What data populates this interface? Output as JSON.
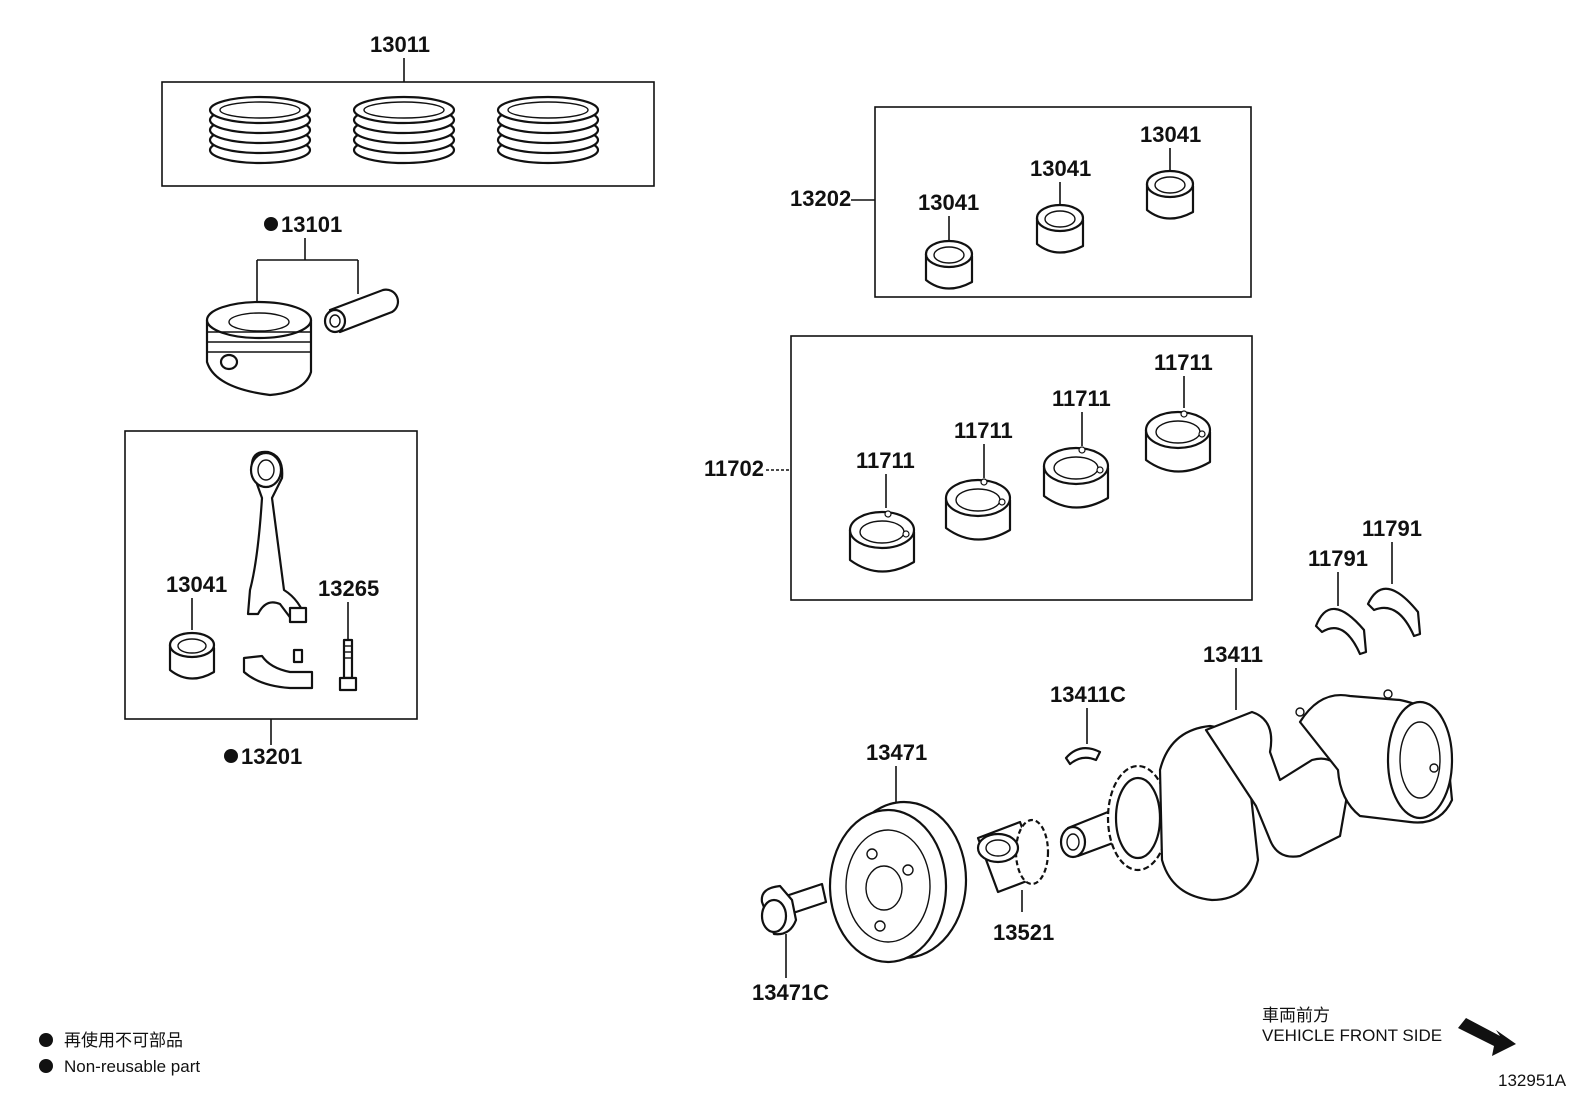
{
  "labels": {
    "p13011": "13011",
    "p13101": "13101",
    "p13201": "13201",
    "p13041_rod": "13041",
    "p13265": "13265",
    "p13202": "13202",
    "p13041_a": "13041",
    "p13041_b": "13041",
    "p13041_c": "13041",
    "p11702": "11702",
    "p11711_a": "11711",
    "p11711_b": "11711",
    "p11711_c": "11711",
    "p11711_d": "11711",
    "p11791_a": "11791",
    "p11791_b": "11791",
    "p13411": "13411",
    "p13411C": "13411C",
    "p13471": "13471",
    "p13521": "13521",
    "p13471C": "13471C"
  },
  "legend": {
    "jp": "再使用不可部品",
    "en": "Non-reusable part"
  },
  "direction": {
    "jp": "車両前方",
    "en": "VEHICLE FRONT SIDE"
  },
  "figure_id": "132951A"
}
